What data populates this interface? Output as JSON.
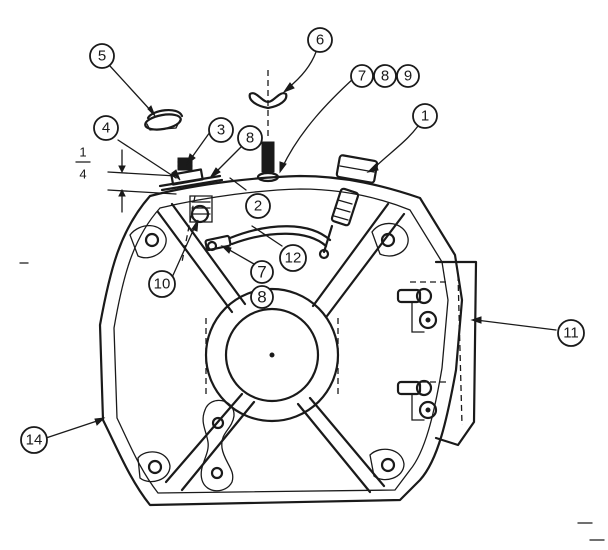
{
  "callouts": {
    "c1": "1",
    "c2": "2",
    "c3": "3",
    "c4": "4",
    "c5": "5",
    "c6": "6",
    "c789_a": "7",
    "c789_b": "8",
    "c789_c": "9",
    "c8": "8",
    "c10": "10",
    "c11": "11",
    "c12": "12",
    "c14": "14"
  },
  "loose_labels": {
    "l7": "7",
    "l8": "8"
  },
  "dimension": {
    "numerator": "1",
    "denominator": "4"
  }
}
